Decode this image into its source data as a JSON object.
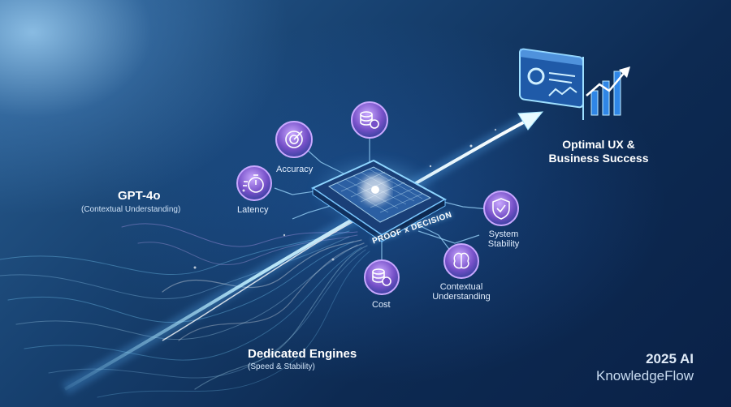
{
  "inputs": {
    "gpt": {
      "title": "GPT-4o",
      "subtitle": "(Contextual Understanding)"
    },
    "engines": {
      "title": "Dedicated Engines",
      "subtitle": "(Speed & Stability)"
    }
  },
  "hub": {
    "label": "PROOF x DECISION"
  },
  "metrics": {
    "accuracy": "Accuracy",
    "latency": "Latency",
    "system_stability_line1": "System",
    "system_stability_line2": "Stability",
    "contextual_line1": "Contextual",
    "contextual_line2": "Understanding",
    "cost": "Cost"
  },
  "outcome": {
    "line1": "Optimal UX &",
    "line2": "Business Success"
  },
  "brand": {
    "year": "2025 AI",
    "name": "KnowledgeFlow"
  },
  "colors": {
    "background_dark": "#0b1f3a",
    "glow_cyan": "#7fd4ff",
    "node_purple": "#8f6bd8",
    "node_teal": "#3fc6d8"
  },
  "icons": [
    "target-icon",
    "database-coin-icon",
    "stopwatch-icon",
    "shield-check-icon",
    "brain-icon",
    "coins-icon",
    "dashboard-icon",
    "growth-chart-icon"
  ]
}
